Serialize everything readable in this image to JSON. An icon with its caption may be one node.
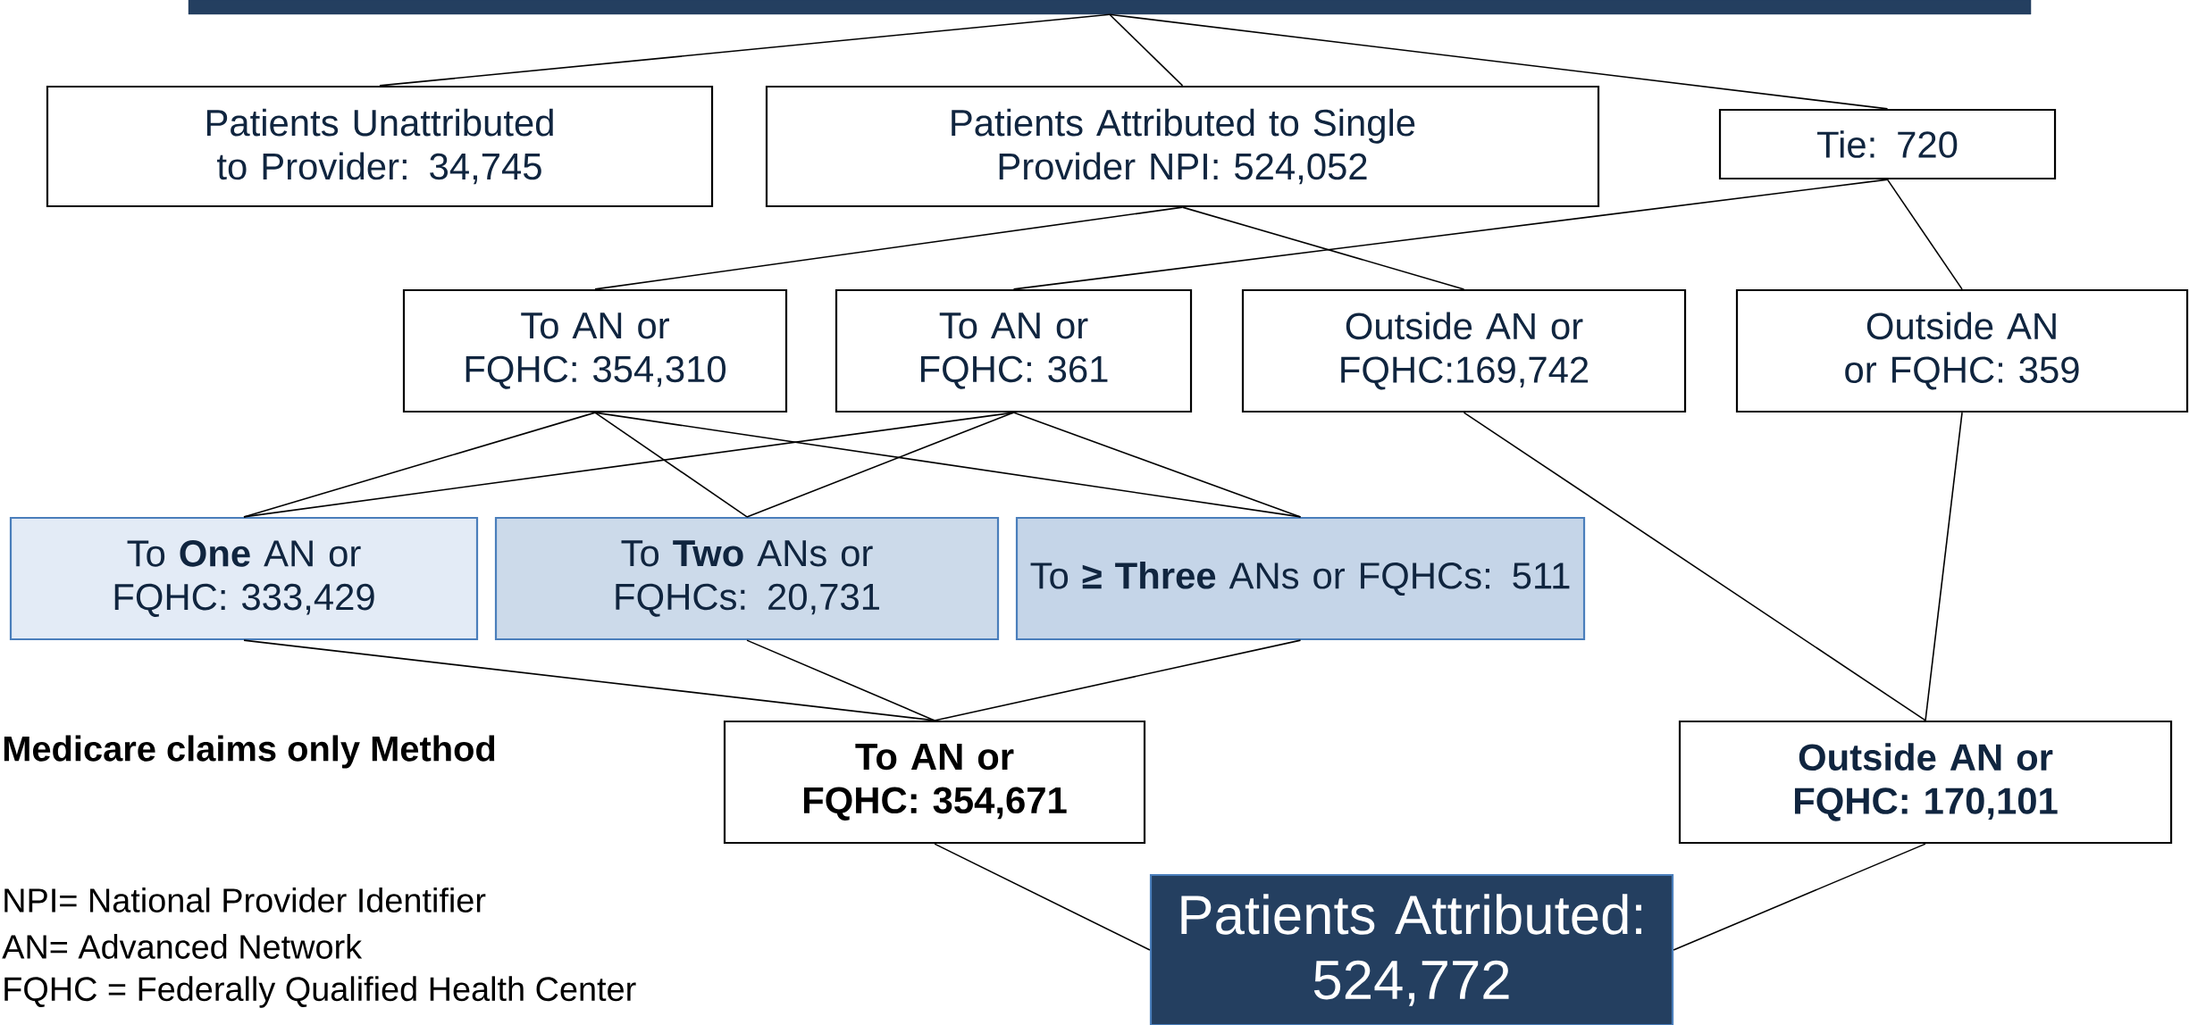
{
  "diagram": {
    "nodes": [
      {
        "text": [],
        "shape": "box"
      },
      {
        "text": [
          "Patients Unattributed to Provider: 34,745"
        ]
      },
      {
        "text": [
          "Patients Attributed to Single Provider NPI: 524,052"
        ]
      },
      {
        "text": [
          "Tie: 720"
        ]
      },
      {
        "text": [
          "To AN or FQHC: 354,310"
        ]
      },
      {
        "text": [
          "To AN or FQHC: 361"
        ]
      },
      {
        "text": [
          "Outside AN or FQHC:169,742"
        ]
      },
      {
        "text": [
          "Outside AN or FQHC: 359"
        ]
      },
      {
        "text": [
          "To **One** AN or FQHC: 333,429"
        ]
      },
      {
        "text": [
          "To **Two** ANs or FQHCs: 20,731"
        ]
      },
      {
        "text": [
          "To **≥ Three** ANs or FQHCs: 511"
        ]
      },
      {
        "text": [
          "To AN or FQHC: 354,671"
        ]
      },
      {
        "text": [
          "Outside AN or FQHC: 170,101"
        ]
      },
      {
        "text": [
          "Patients Attributed: 524,772"
        ]
      }
    ],
    "edges": [
      {
        "from": 0,
        "to": 1,
        "arrow": "none"
      },
      {
        "from": 0,
        "to": 2,
        "arrow": "none"
      },
      {
        "from": 0,
        "to": 3,
        "arrow": "none"
      },
      {
        "from": 2,
        "to": 4,
        "arrow": "none"
      },
      {
        "from": 2,
        "to": 6,
        "arrow": "none"
      },
      {
        "from": 3,
        "to": 5,
        "arrow": "none"
      },
      {
        "from": 3,
        "to": 7,
        "arrow": "none"
      },
      {
        "from": 4,
        "to": 8,
        "arrow": "none"
      },
      {
        "from": 4,
        "to": 9,
        "arrow": "none"
      },
      {
        "from": 4,
        "to": 10,
        "arrow": "none"
      },
      {
        "from": 5,
        "to": 8,
        "arrow": "none"
      },
      {
        "from": 5,
        "to": 9,
        "arrow": "none"
      },
      {
        "from": 5,
        "to": 10,
        "arrow": "none"
      },
      {
        "from": 8,
        "to": 11,
        "arrow": "none"
      },
      {
        "from": 9,
        "to": 11,
        "arrow": "none"
      },
      {
        "from": 10,
        "to": 11,
        "arrow": "none"
      },
      {
        "from": 6,
        "to": 12,
        "arrow": "none"
      },
      {
        "from": 7,
        "to": 12,
        "arrow": "none"
      },
      {
        "from": 11,
        "to": 13,
        "arrow": "none"
      },
      {
        "from": 12,
        "to": 13,
        "arrow": "none"
      }
    ],
    "labels": [
      "Medicare claims only Method",
      "NPI= National Provider Identifier",
      "AN= Advanced Network",
      "FQHC = Federally Qualified Health Center"
    ]
  }
}
